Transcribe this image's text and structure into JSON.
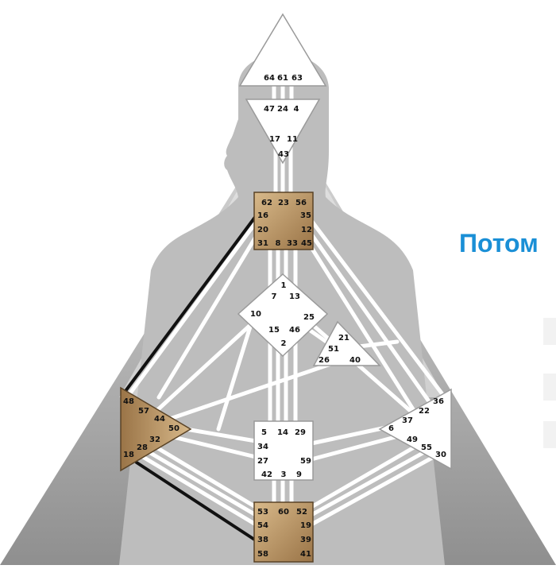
{
  "colors": {
    "accent": "#1a8fd6",
    "defined_center": "#b8935f",
    "undefined_center": "#ffffff",
    "body_bg": "#a6a6a6",
    "silhouette": "#bdbdbd"
  },
  "heading": {
    "text": "Потом"
  },
  "centers": {
    "head": {
      "gates": [
        "64",
        "61",
        "63"
      ]
    },
    "ajna": {
      "gates": [
        "47",
        "24",
        "4",
        "17",
        "11",
        "43"
      ]
    },
    "throat": {
      "gates": [
        "62",
        "23",
        "56",
        "16",
        "35",
        "20",
        "12",
        "31",
        "8",
        "33",
        "45"
      ]
    },
    "g": {
      "gates": [
        "1",
        "7",
        "13",
        "10",
        "25",
        "15",
        "46",
        "2"
      ]
    },
    "heart": {
      "gates": [
        "21",
        "51",
        "26",
        "40"
      ]
    },
    "spleen": {
      "gates": [
        "48",
        "57",
        "44",
        "50",
        "32",
        "28",
        "18"
      ]
    },
    "solar_plexus": {
      "gates": [
        "36",
        "22",
        "37",
        "6",
        "49",
        "55",
        "30"
      ]
    },
    "sacral": {
      "gates": [
        "5",
        "14",
        "29",
        "34",
        "27",
        "59",
        "42",
        "3",
        "9"
      ]
    },
    "root": {
      "gates": [
        "53",
        "60",
        "52",
        "54",
        "19",
        "38",
        "39",
        "58",
        "41"
      ]
    }
  }
}
